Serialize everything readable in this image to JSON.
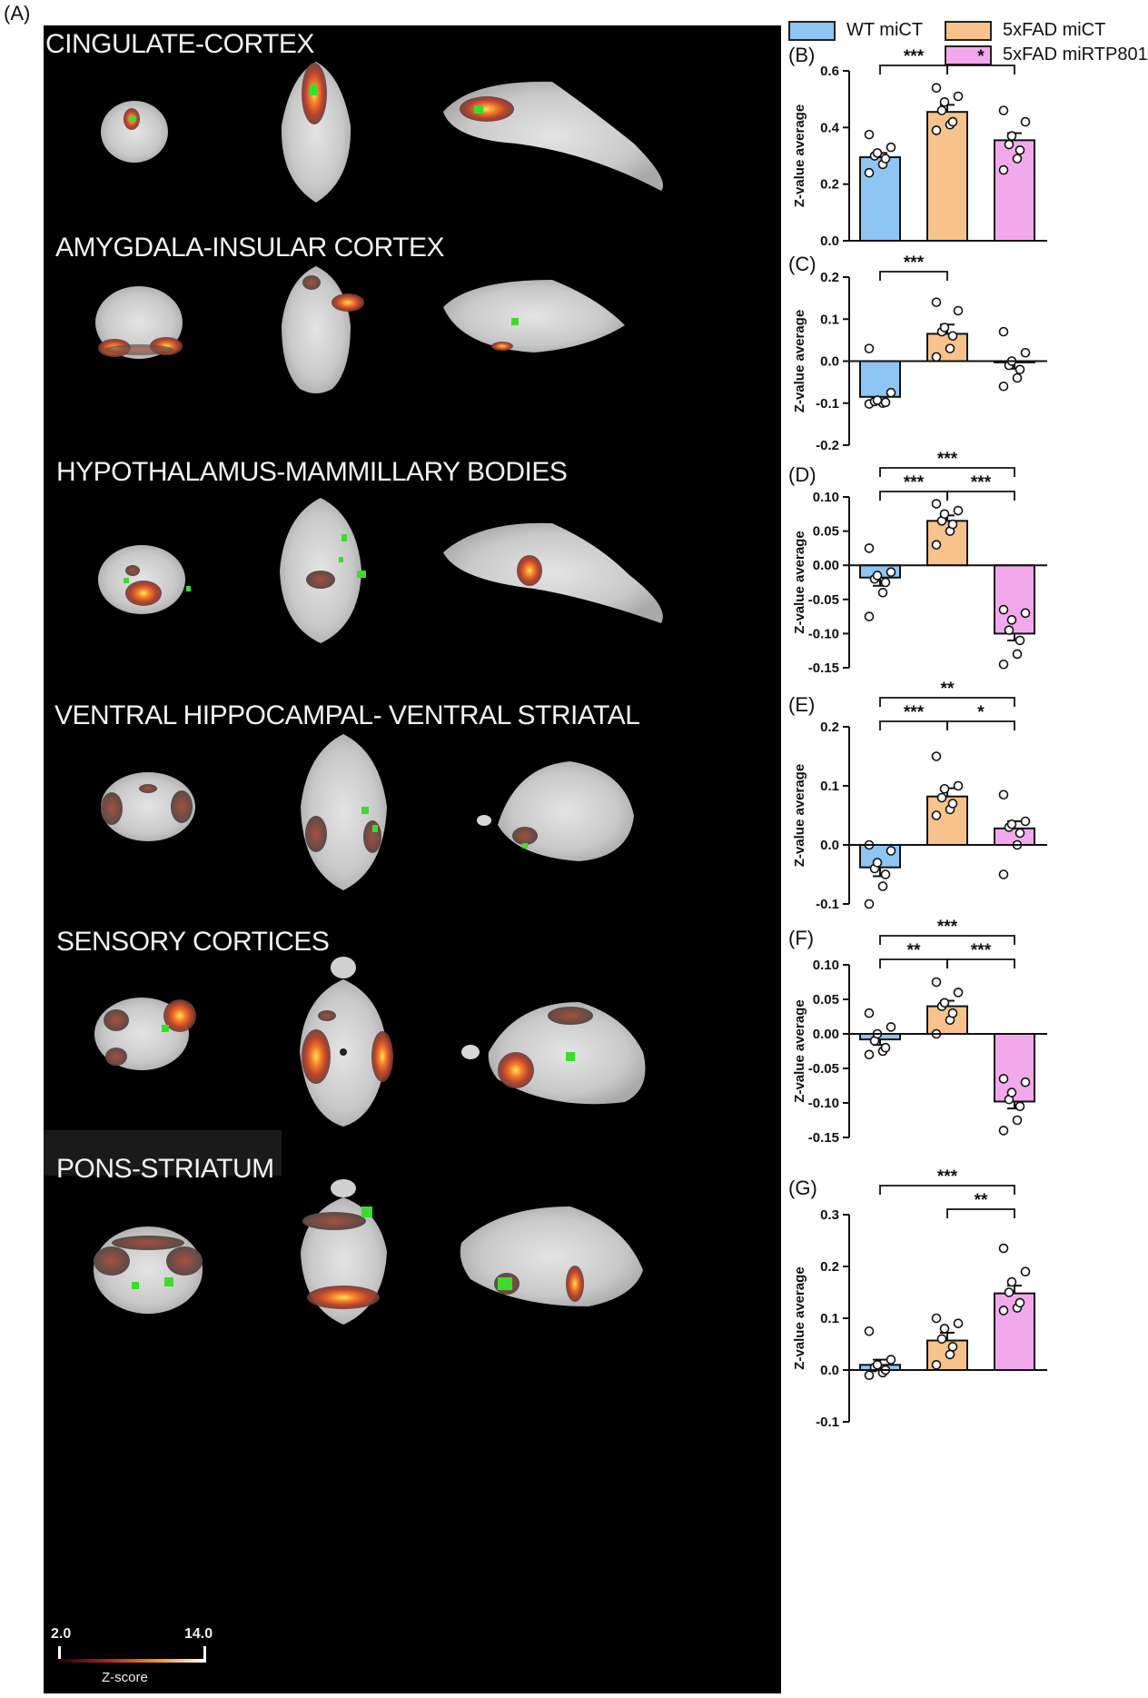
{
  "panel_label": "(A)",
  "regions": [
    {
      "title": "CINGULATE-CORTEX"
    },
    {
      "title": "AMYGDALA-INSULAR CORTEX"
    },
    {
      "title": "HYPOTHALAMUS-MAMMILLARY BODIES"
    },
    {
      "title": "VENTRAL HIPPOCAMPAL- VENTRAL STRIATAL"
    },
    {
      "title": "SENSORY CORTICES"
    },
    {
      "title": "PONS-STRIATUM"
    }
  ],
  "colorbar": {
    "min": "2.0",
    "max": "14.0",
    "label": "Z-score"
  },
  "legend": [
    {
      "label": "WT miCT",
      "color": "#8ec5f2"
    },
    {
      "label": "5xFAD miCT",
      "color": "#f7c28b"
    },
    {
      "label": "5xFAD miRTP801",
      "color": "#f2a9ec"
    }
  ],
  "chart_data": [
    {
      "type": "bar",
      "panel": "(B)",
      "ylabel": "Z-value average",
      "ylim": [
        0,
        0.6
      ],
      "ticks": [
        "0.0",
        "0.2",
        "0.4",
        "0.6"
      ],
      "tick_values": [
        0,
        0.2,
        0.4,
        0.6
      ],
      "categories": [
        "WT miCT",
        "5xFAD miCT",
        "5xFAD miRTP801"
      ],
      "values": [
        0.295,
        0.455,
        0.355
      ],
      "errors": [
        0.015,
        0.025,
        0.025
      ],
      "points": [
        [
          0.24,
          0.27,
          0.29,
          0.3,
          0.31,
          0.33,
          0.375
        ],
        [
          0.39,
          0.41,
          0.42,
          0.46,
          0.49,
          0.51,
          0.54
        ],
        [
          0.25,
          0.29,
          0.32,
          0.34,
          0.37,
          0.42,
          0.46
        ]
      ],
      "significance": [
        {
          "from": 0,
          "to": 1,
          "label": "***",
          "level": 0
        },
        {
          "from": 1,
          "to": 2,
          "label": "*",
          "level": 0
        }
      ]
    },
    {
      "type": "bar",
      "panel": "(C)",
      "ylabel": "Z-value average",
      "ylim": [
        -0.2,
        0.2
      ],
      "ticks": [
        "-0.2",
        "-0.1",
        "0.0",
        "0.1",
        "0.2"
      ],
      "tick_values": [
        -0.2,
        -0.1,
        0,
        0.1,
        0.2
      ],
      "categories": [
        "WT miCT",
        "5xFAD miCT",
        "5xFAD miRTP801"
      ],
      "values": [
        -0.085,
        0.065,
        -0.003
      ],
      "errors": [
        0.015,
        0.022,
        0.015
      ],
      "points": [
        [
          -0.102,
          -0.1,
          -0.098,
          -0.096,
          -0.093,
          -0.075,
          0.03
        ],
        [
          0.01,
          0.03,
          0.06,
          0.07,
          0.08,
          0.12,
          0.14
        ],
        [
          -0.06,
          -0.04,
          -0.02,
          -0.01,
          0.0,
          0.02,
          0.07
        ]
      ],
      "significance": [
        {
          "from": 0,
          "to": 1,
          "label": "***",
          "level": 0
        }
      ]
    },
    {
      "type": "bar",
      "panel": "(D)",
      "ylabel": "Z-value average",
      "ylim": [
        -0.15,
        0.1
      ],
      "ticks": [
        "-0.15",
        "-0.10",
        "-0.05",
        "0.00",
        "0.05",
        "0.10"
      ],
      "tick_values": [
        -0.15,
        -0.1,
        -0.05,
        0,
        0.05,
        0.1
      ],
      "categories": [
        "WT miCT",
        "5xFAD miCT",
        "5xFAD miRTP801"
      ],
      "values": [
        -0.018,
        0.065,
        -0.1
      ],
      "errors": [
        0.012,
        0.008,
        0.01
      ],
      "points": [
        [
          -0.075,
          -0.04,
          -0.025,
          -0.02,
          -0.015,
          -0.01,
          0.025
        ],
        [
          0.03,
          0.05,
          0.06,
          0.065,
          0.075,
          0.08,
          0.09
        ],
        [
          -0.145,
          -0.13,
          -0.11,
          -0.095,
          -0.08,
          -0.07,
          -0.065
        ]
      ],
      "significance": [
        {
          "from": 0,
          "to": 1,
          "label": "***",
          "level": 0
        },
        {
          "from": 1,
          "to": 2,
          "label": "***",
          "level": 0
        },
        {
          "from": 0,
          "to": 2,
          "label": "***",
          "level": 1
        }
      ]
    },
    {
      "type": "bar",
      "panel": "(E)",
      "ylabel": "Z-value average",
      "ylim": [
        -0.1,
        0.2
      ],
      "ticks": [
        "-0.1",
        "0.0",
        "0.1",
        "0.2"
      ],
      "tick_values": [
        -0.1,
        0,
        0.1,
        0.2
      ],
      "categories": [
        "WT miCT",
        "5xFAD miCT",
        "5xFAD miRTP801"
      ],
      "values": [
        -0.038,
        0.082,
        0.028
      ],
      "errors": [
        0.015,
        0.014,
        0.012
      ],
      "points": [
        [
          -0.1,
          -0.07,
          -0.05,
          -0.04,
          -0.03,
          -0.01,
          0.0
        ],
        [
          0.05,
          0.06,
          0.07,
          0.08,
          0.095,
          0.1,
          0.15
        ],
        [
          -0.05,
          0.0,
          0.02,
          0.03,
          0.035,
          0.04,
          0.085
        ]
      ],
      "significance": [
        {
          "from": 0,
          "to": 1,
          "label": "***",
          "level": 0
        },
        {
          "from": 1,
          "to": 2,
          "label": "*",
          "level": 0
        },
        {
          "from": 0,
          "to": 2,
          "label": "**",
          "level": 1
        }
      ]
    },
    {
      "type": "bar",
      "panel": "(F)",
      "ylabel": "Z-value average",
      "ylim": [
        -0.15,
        0.1
      ],
      "ticks": [
        "-0.15",
        "-0.10",
        "-0.05",
        "0.00",
        "0.05",
        "0.10"
      ],
      "tick_values": [
        -0.15,
        -0.1,
        -0.05,
        0,
        0.05,
        0.1
      ],
      "categories": [
        "WT miCT",
        "5xFAD miCT",
        "5xFAD miRTP801"
      ],
      "values": [
        -0.008,
        0.04,
        -0.098
      ],
      "errors": [
        0.008,
        0.008,
        0.01
      ],
      "points": [
        [
          -0.03,
          -0.025,
          -0.02,
          -0.01,
          0.0,
          0.01,
          0.03
        ],
        [
          0.0,
          0.02,
          0.03,
          0.04,
          0.045,
          0.06,
          0.075
        ],
        [
          -0.14,
          -0.125,
          -0.105,
          -0.095,
          -0.085,
          -0.07,
          -0.065
        ]
      ],
      "significance": [
        {
          "from": 0,
          "to": 1,
          "label": "**",
          "level": 0
        },
        {
          "from": 1,
          "to": 2,
          "label": "***",
          "level": 0
        },
        {
          "from": 0,
          "to": 2,
          "label": "***",
          "level": 1
        }
      ]
    },
    {
      "type": "bar",
      "panel": "(G)",
      "ylabel": "Z-value average",
      "ylim": [
        -0.1,
        0.3
      ],
      "ticks": [
        "-0.1",
        "0.0",
        "0.1",
        "0.2",
        "0.3"
      ],
      "tick_values": [
        -0.1,
        0,
        0.1,
        0.2,
        0.3
      ],
      "categories": [
        "WT miCT",
        "5xFAD miCT",
        "5xFAD miRTP801"
      ],
      "values": [
        0.01,
        0.057,
        0.148
      ],
      "errors": [
        0.01,
        0.015,
        0.015
      ],
      "points": [
        [
          -0.01,
          -0.005,
          0.0,
          0.005,
          0.01,
          0.02,
          0.075
        ],
        [
          0.01,
          0.03,
          0.045,
          0.06,
          0.08,
          0.09,
          0.1
        ],
        [
          0.115,
          0.12,
          0.13,
          0.15,
          0.17,
          0.19,
          0.235
        ]
      ],
      "significance": [
        {
          "from": 1,
          "to": 2,
          "label": "**",
          "level": 0
        },
        {
          "from": 0,
          "to": 2,
          "label": "***",
          "level": 1
        }
      ]
    }
  ]
}
